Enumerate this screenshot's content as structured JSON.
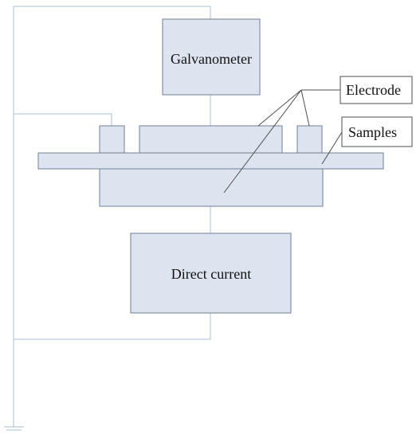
{
  "diagram": {
    "labels": {
      "galvanometer": "Galvanometer",
      "direct_current": "Direct current",
      "electrode": "Electrode",
      "samples": "Samples"
    }
  }
}
